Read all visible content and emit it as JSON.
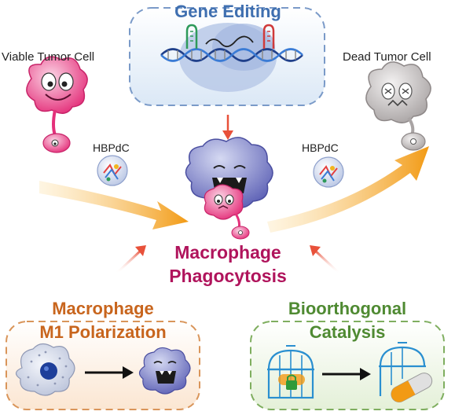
{
  "labels": {
    "gene_editing": "Gene Editing",
    "viable_cell": "Viable Tumor Cell",
    "dead_cell": "Dead Tumor Cell",
    "hbpdc_left": "HBPdC",
    "hbpdc_right": "HBPdC",
    "center_line1": "Macrophage",
    "center_line2": "Phagocytosis",
    "m1_line1": "Macrophage",
    "m1_line2": "M1 Polarization",
    "bio_line1": "Bioorthogonal",
    "bio_line2": "Catalysis"
  },
  "colors": {
    "gene_title": "#3f6fb0",
    "center_title": "#b0145c",
    "m1_title": "#c8651d",
    "bio_title": "#4f8a32",
    "flow_arrow": "#f2a31b",
    "small_arrow": "#e85a3a"
  }
}
